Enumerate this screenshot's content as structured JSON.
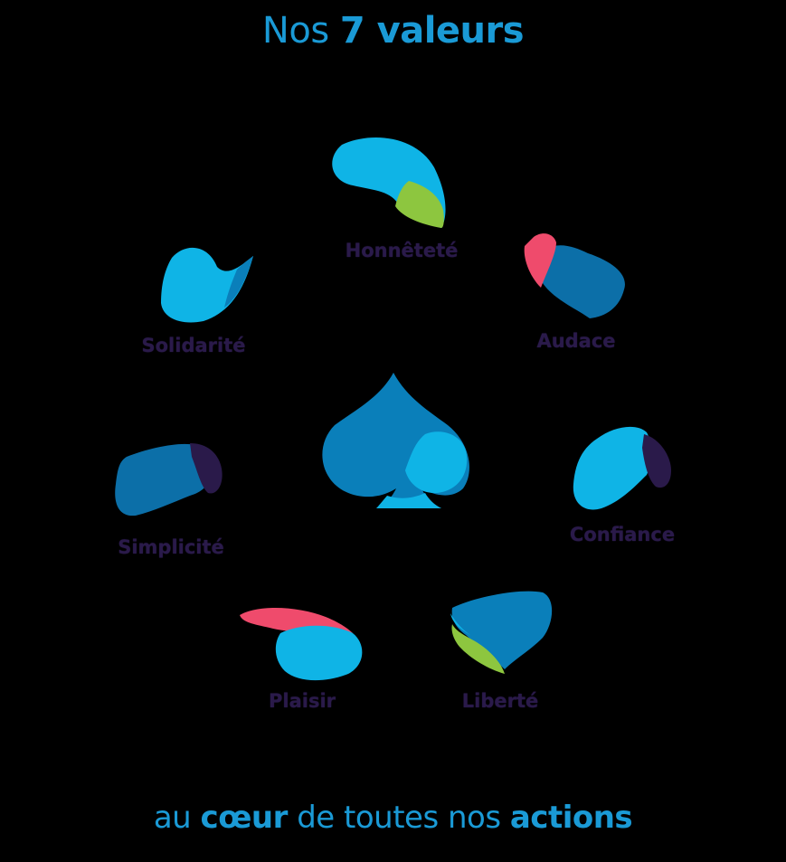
{
  "header": {
    "title_prefix": "Nos",
    "title_emphasis": "7 valeurs"
  },
  "values": [
    {
      "label": "Honnêteté"
    },
    {
      "label": "Audace"
    },
    {
      "label": "Confiance"
    },
    {
      "label": "Liberté"
    },
    {
      "label": "Plaisir"
    },
    {
      "label": "Simplicité"
    },
    {
      "label": "Solidarité"
    }
  ],
  "footer": {
    "part1": "au",
    "part2": "cœur",
    "part3": "de toutes nos",
    "part4": "actions"
  },
  "colors": {
    "background": "#000000",
    "light_blue": "#0fb4e6",
    "mid_blue": "#0a7fba",
    "dark_blue": "#0c6fa8",
    "green": "#8dc63f",
    "pink": "#ef4b6c",
    "navy": "#2a1a4a",
    "title_blue": "#1a9ad6"
  },
  "icons": {
    "center": "spade-icon",
    "petal": "petal-icon"
  }
}
